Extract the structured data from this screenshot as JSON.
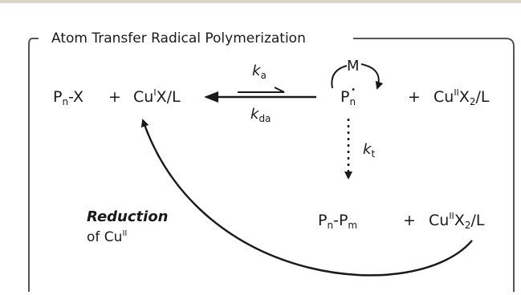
{
  "title": "Atom Transfer Radical Polymerization",
  "species": {
    "dormant": {
      "base": "P",
      "sub": "n",
      "tail": "-X"
    },
    "activator": {
      "base": "Cu",
      "sup": "I",
      "tail": "X/L"
    },
    "radical": {
      "base": "P",
      "sub": "n",
      "dot": "•"
    },
    "monomer": "M",
    "deactivator_top": {
      "base": "Cu",
      "sup": "II",
      "mid": "X",
      "sub": "2",
      "tail": "/L"
    },
    "dead_chain": {
      "a": "P",
      "a_sub": "n",
      "dash": "-",
      "b": "P",
      "b_sub": "m"
    },
    "deactivator_bottom": {
      "base": "Cu",
      "sup": "II",
      "mid": "X",
      "sub": "2",
      "tail": "/L"
    }
  },
  "plus": "+",
  "rate_constants": {
    "activation": {
      "k": "k",
      "sub": "a"
    },
    "deactivation": {
      "k": "k",
      "sub": "da"
    },
    "termination": {
      "k": "k",
      "sub": "t"
    }
  },
  "reduction": {
    "title": "Reduction",
    "prefix": "of ",
    "base": "Cu",
    "sup": "II"
  },
  "colors": {
    "line": "#1a1a1a",
    "frame": "#555555",
    "band": "#d9d6c4"
  }
}
